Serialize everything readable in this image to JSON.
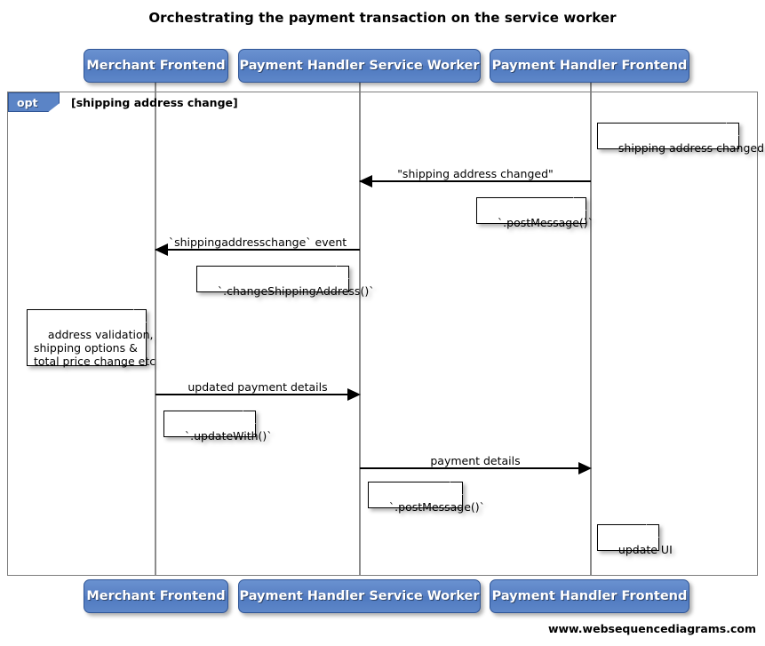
{
  "diagram": {
    "title": "Orchestrating the payment transaction on the service worker",
    "footer": "www.websequencediagrams.com",
    "colors": {
      "participant_fill": "#5b84c6",
      "participant_border": "#2f5596",
      "participant_text": "#ffffff",
      "lifeline": "#8c8c8c",
      "frame_border": "#7d7d7d",
      "note_fill": "#ffffff",
      "note_border": "#000000",
      "arrow": "#000000",
      "background": "#ffffff"
    }
  },
  "participants": [
    {
      "id": "merchant-frontend",
      "label": "Merchant Frontend"
    },
    {
      "id": "payment-handler-service-worker",
      "label": "Payment Handler Service Worker"
    },
    {
      "id": "payment-handler-frontend",
      "label": "Payment Handler Frontend"
    }
  ],
  "participants_bottom": [
    {
      "id": "merchant-frontend",
      "label": "Merchant Frontend"
    },
    {
      "id": "payment-handler-service-worker",
      "label": "Payment Handler Service Worker"
    },
    {
      "id": "payment-handler-frontend",
      "label": "Payment Handler Frontend"
    }
  ],
  "fragment": {
    "type": "opt",
    "tag_label": "opt",
    "condition": "[shipping address change]"
  },
  "messages": [
    {
      "id": "msg-shipping-address-changed",
      "label": "\"shipping address changed\"",
      "from": "payment-handler-frontend",
      "to": "payment-handler-service-worker",
      "direction": "left"
    },
    {
      "id": "msg-shippingaddresschange-event",
      "label": "`shippingaddresschange` event",
      "from": "payment-handler-service-worker",
      "to": "merchant-frontend",
      "direction": "left"
    },
    {
      "id": "msg-updated-payment-details",
      "label": "updated payment details",
      "from": "merchant-frontend",
      "to": "payment-handler-service-worker",
      "direction": "right"
    },
    {
      "id": "msg-payment-details",
      "label": "payment details",
      "from": "payment-handler-service-worker",
      "to": "payment-handler-frontend",
      "direction": "right"
    }
  ],
  "notes": [
    {
      "id": "note-shipping-address-changed",
      "text": "shipping address changed"
    },
    {
      "id": "note-post-message-1",
      "text": "`.postMessage()`"
    },
    {
      "id": "note-change-shipping-address",
      "text": "`.changeShippingAddress()`"
    },
    {
      "id": "note-address-validation",
      "text": "address validation,\nshipping options &\ntotal price change etc"
    },
    {
      "id": "note-update-with",
      "text": "`.updateWith()`"
    },
    {
      "id": "note-post-message-2",
      "text": "`.postMessage()`"
    },
    {
      "id": "note-update-ui",
      "text": "update UI"
    }
  ]
}
